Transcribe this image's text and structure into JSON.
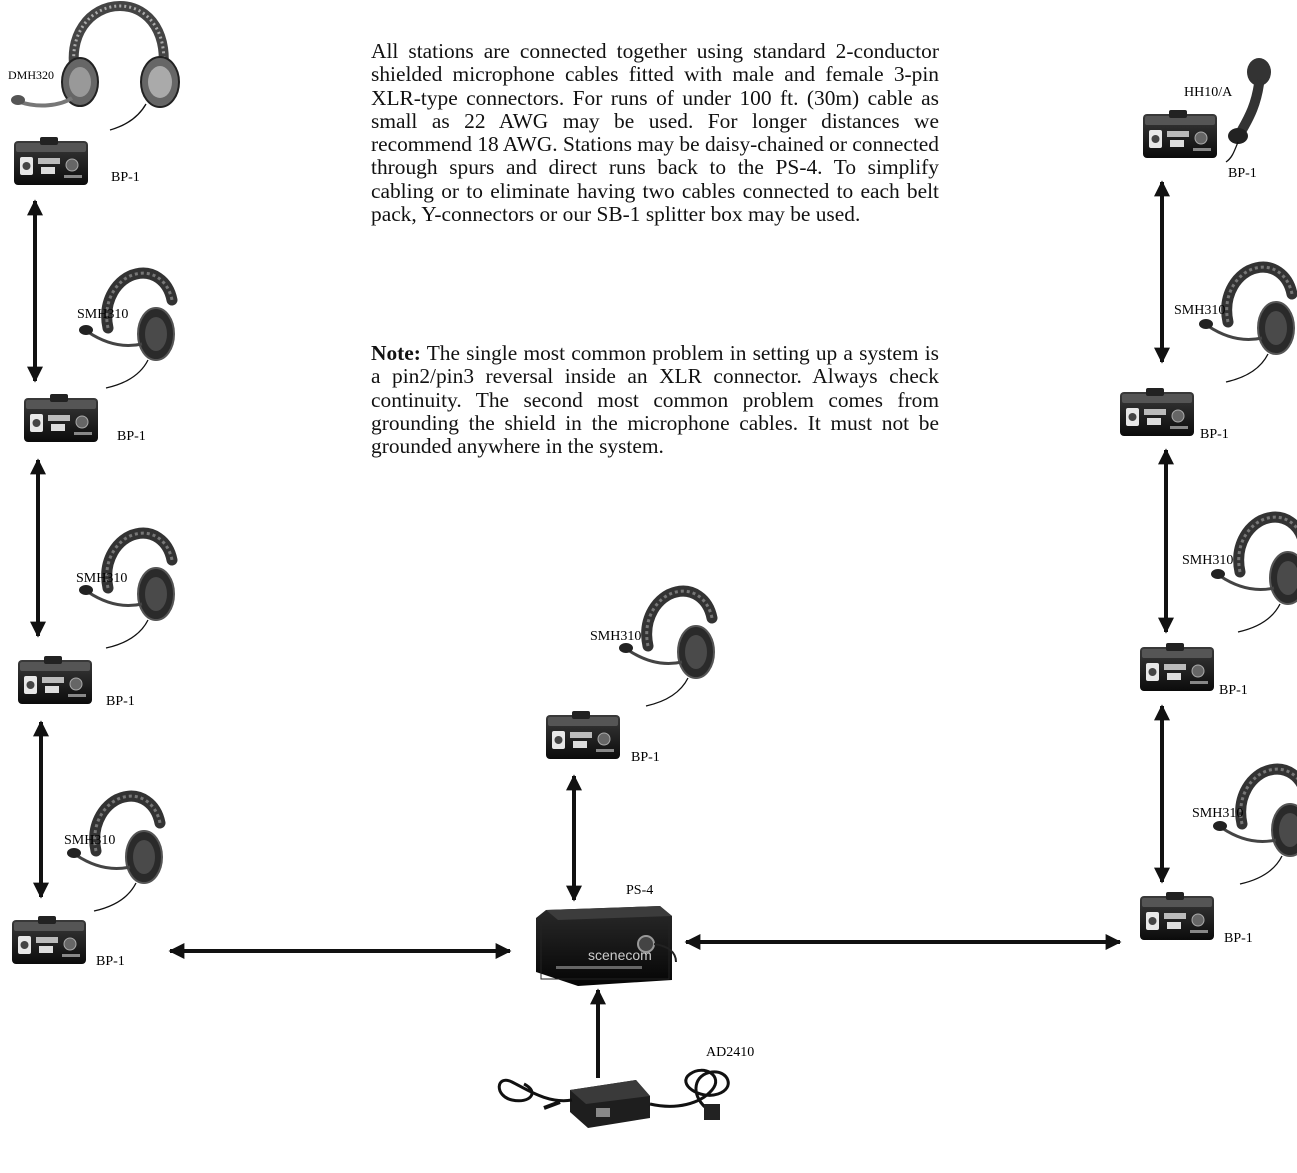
{
  "text": {
    "paragraph1": "All stations are connected together using standard 2-conductor shielded microphone cables fitted with male and female 3-pin XLR-type connectors. For runs of under 100 ft. (30m) cable as small as 22 AWG may be used. For longer distances we recommend 18 AWG. Stations may be daisy-chained or connected through spurs and direct runs back to the PS-4. To simplify cabling or to eliminate having two cables connected to each belt pack, Y-connectors or our SB-1 splitter box may be used.",
    "note_label": "Note:",
    "note_text": " The single most common problem in setting up a system is a pin2/pin3 reversal inside an XLR connector. Always check continuity. The second most common problem comes from grounding the shield in the microphone cables. It must not be grounded anywhere in the system."
  },
  "labels": {
    "dmh320": "DMH320",
    "hh10a": "HH10/A",
    "bp1": "BP-1",
    "smh310": "SMH310",
    "ps4": "PS-4",
    "ad2410": "AD2410",
    "brand": "scenecom"
  }
}
